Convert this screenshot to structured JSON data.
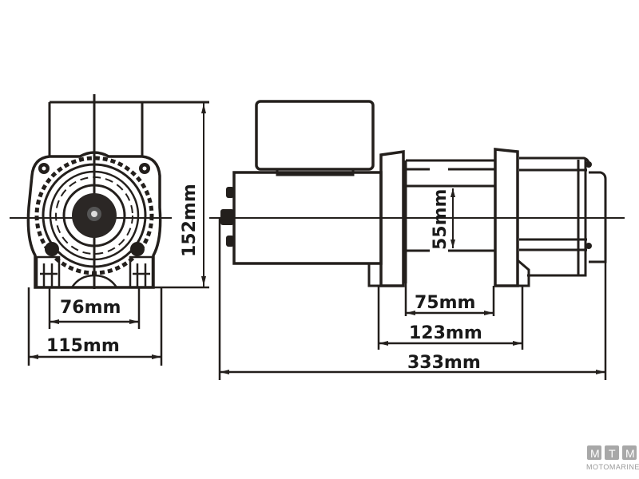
{
  "diagram": {
    "type": "technical-drawing",
    "subject": "winch dimensions",
    "colors": {
      "line": "#231f1c",
      "background": "#ffffff",
      "logo": "#9a9a9a"
    }
  },
  "front_view": {
    "dimensions": {
      "height": "152mm",
      "inner_width": "76mm",
      "outer_width": "115mm"
    }
  },
  "side_view": {
    "dimensions": {
      "drum_diameter": "55mm",
      "drum_length": "75mm",
      "frame_width": "123mm",
      "total_length": "333mm"
    }
  },
  "logo": {
    "letters": [
      "M",
      "T",
      "M"
    ],
    "brand": "MOTOMARINE"
  }
}
